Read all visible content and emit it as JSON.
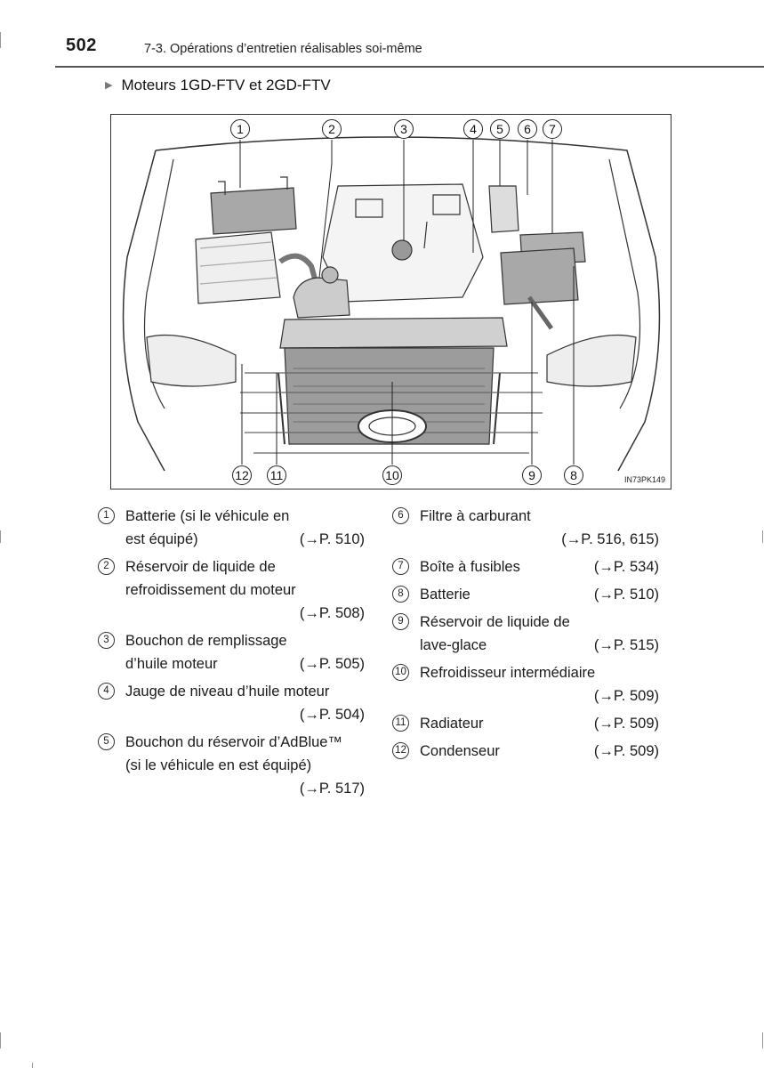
{
  "header": {
    "page_number": "502",
    "section_title": "7-3. Opérations d’entretien réalisables soi-même"
  },
  "subsection": {
    "marker": "▶",
    "title": "Moteurs 1GD-FTV et 2GD-FTV"
  },
  "figure": {
    "code": "IN73PK149",
    "callouts": [
      "1",
      "2",
      "3",
      "4",
      "5",
      "6",
      "7",
      "8",
      "9",
      "10",
      "11",
      "12"
    ]
  },
  "legend_left": [
    {
      "num": "1",
      "lines": [
        {
          "text": "Batterie (si le véhicule en"
        },
        {
          "text": "est équipé)",
          "ref": "(→P. 510)"
        }
      ]
    },
    {
      "num": "2",
      "lines": [
        {
          "text": "Réservoir de liquide de"
        },
        {
          "text": "refroidissement du moteur"
        },
        {
          "ref": "(→P. 508)"
        }
      ]
    },
    {
      "num": "3",
      "lines": [
        {
          "text": "Bouchon de remplissage"
        },
        {
          "text": "d’huile moteur",
          "ref": "(→P. 505)"
        }
      ]
    },
    {
      "num": "4",
      "lines": [
        {
          "text": "Jauge de niveau d’huile moteur"
        },
        {
          "ref": "(→P. 504)"
        }
      ]
    },
    {
      "num": "5",
      "lines": [
        {
          "text": "Bouchon du réservoir d’AdBlue™"
        },
        {
          "text": "(si le véhicule en est équipé)"
        },
        {
          "ref": "(→P. 517)"
        }
      ]
    }
  ],
  "legend_right": [
    {
      "num": "6",
      "lines": [
        {
          "text": "Filtre à carburant"
        },
        {
          "ref": "(→P. 516, 615)"
        }
      ]
    },
    {
      "num": "7",
      "lines": [
        {
          "text": "Boîte à fusibles",
          "ref": "(→P. 534)"
        }
      ]
    },
    {
      "num": "8",
      "lines": [
        {
          "text": "Batterie",
          "ref": "(→P. 510)"
        }
      ]
    },
    {
      "num": "9",
      "lines": [
        {
          "text": "Réservoir de liquide de"
        },
        {
          "text": "lave-glace",
          "ref": "(→P. 515)"
        }
      ]
    },
    {
      "num": "10",
      "lines": [
        {
          "text": "Refroidisseur intermédiaire"
        },
        {
          "ref": "(→P. 509)"
        }
      ]
    },
    {
      "num": "11",
      "lines": [
        {
          "text": "Radiateur",
          "ref": "(→P. 509)"
        }
      ]
    },
    {
      "num": "12",
      "lines": [
        {
          "text": "Condenseur",
          "ref": "(→P. 509)"
        }
      ]
    }
  ]
}
